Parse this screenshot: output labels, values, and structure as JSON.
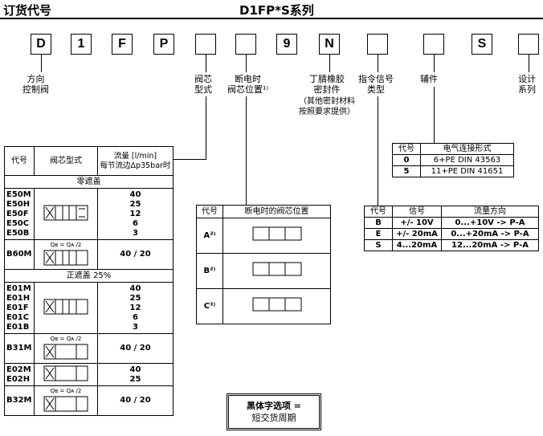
{
  "header": {
    "left_title": "订货代号",
    "right_title": "D1FP*S系列"
  },
  "code_boxes": [
    "D",
    "1",
    "F",
    "P",
    "",
    "",
    "9",
    "N",
    "",
    "",
    "S",
    ""
  ],
  "labels": {
    "direction": "方向\n控制阀",
    "spool_type": "阀芯\n型式",
    "power_off": "断电时\n阀芯位置¹⁾",
    "seal": "丁腈橡胶\n密封件",
    "seal_note": "（其他密封材料\n按照要求提供）",
    "signal": "指令信号\n类型",
    "aux": "辅件",
    "design": "设计\n系列"
  },
  "spool_table": {
    "headers": [
      "代号",
      "阀芯型式",
      "流量 [l/min]\n每节流边Δp35bar时"
    ],
    "section_zero": "零遮盖",
    "section_positive": "正遮盖  25%",
    "qb_label": "Qв = Qᴀ /2",
    "rows_zero": [
      {
        "codes": [
          "E50M",
          "E50H",
          "E50F",
          "E50C",
          "E50B"
        ],
        "flows": [
          "40",
          "25",
          "12",
          "6",
          "3"
        ]
      },
      {
        "codes": [
          "B60M"
        ],
        "flows": [
          "40 / 20"
        ],
        "qb": true
      }
    ],
    "rows_positive": [
      {
        "codes": [
          "E01M",
          "E01H",
          "E01F",
          "E01C",
          "E01B"
        ],
        "flows": [
          "40",
          "25",
          "12",
          "6",
          "3"
        ]
      },
      {
        "codes": [
          "B31M"
        ],
        "flows": [
          "40 / 20"
        ],
        "qb": true
      },
      {
        "codes": [
          "E02M",
          "E02H"
        ],
        "flows": [
          "40",
          "25"
        ]
      },
      {
        "codes": [
          "B32M"
        ],
        "flows": [
          "40 / 20"
        ],
        "qb": true
      }
    ]
  },
  "poweroff_table": {
    "headers": [
      "代号",
      "断电时的阀芯位置"
    ],
    "rows": [
      {
        "code": "A²⁾"
      },
      {
        "code": "B²⁾"
      },
      {
        "code": "C³⁾"
      }
    ]
  },
  "signal_table": {
    "headers": [
      "代号",
      "信号",
      "流量方向"
    ],
    "rows": [
      {
        "code": "B",
        "signal": "+/- 10V",
        "dir": "0...+10V -> P-A"
      },
      {
        "code": "E",
        "signal": "+/- 20mA",
        "dir": "0...+20mA -> P-A"
      },
      {
        "code": "S",
        "signal": "4...20mA",
        "dir": "12...20mA -> P-A"
      }
    ]
  },
  "elec_table": {
    "headers": [
      "代号",
      "电气连接形式"
    ],
    "rows": [
      {
        "code": "0",
        "desc": "6+PE  DIN 43563"
      },
      {
        "code": "5",
        "desc": "11+PE  DIN 41651"
      }
    ]
  },
  "note": {
    "line1": "黑体字选项 =",
    "line2": "短交货周期"
  }
}
